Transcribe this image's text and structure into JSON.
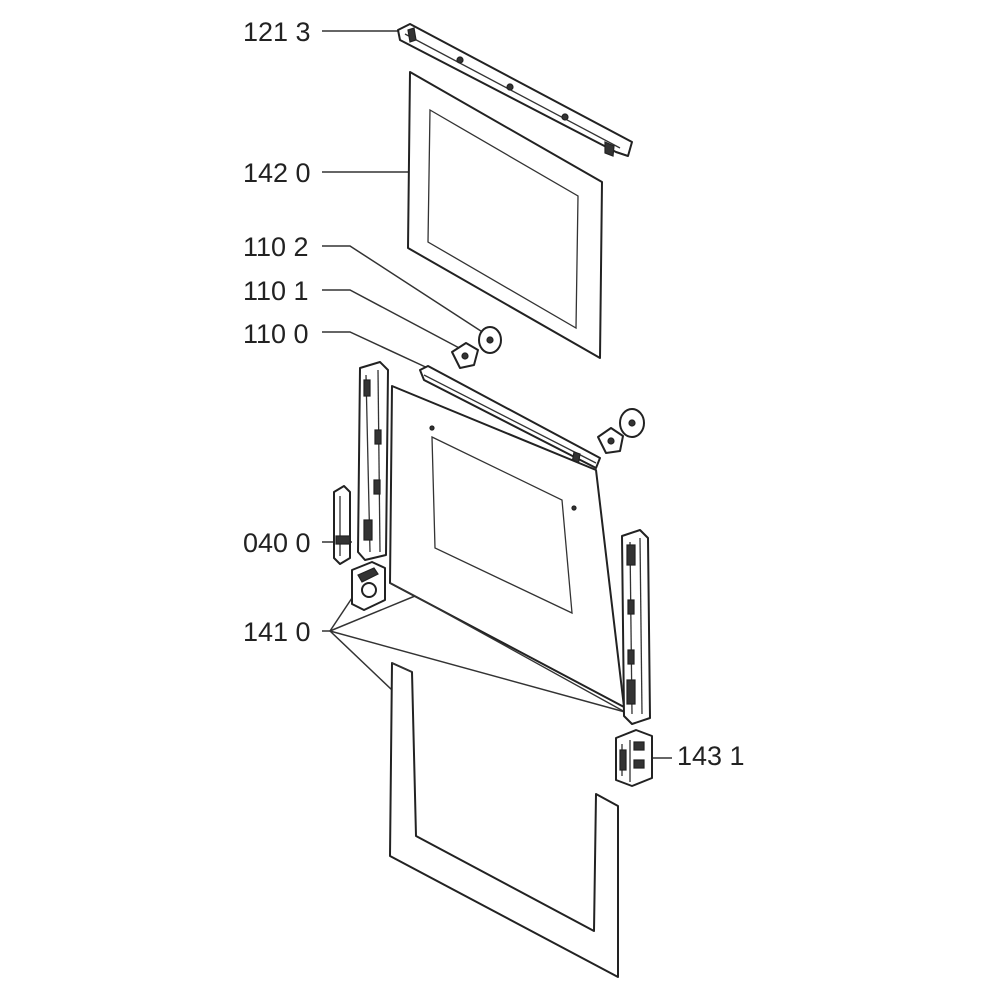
{
  "labels": {
    "trim_top": "121 3",
    "outer_glass_panel": "142 0",
    "washer_a": "110 2",
    "washer_b": "110 1",
    "hinge_bar": "110 0",
    "side_bracket": "040 0",
    "inner_door_assembly": "141 0",
    "hinge_block": "143 1"
  }
}
